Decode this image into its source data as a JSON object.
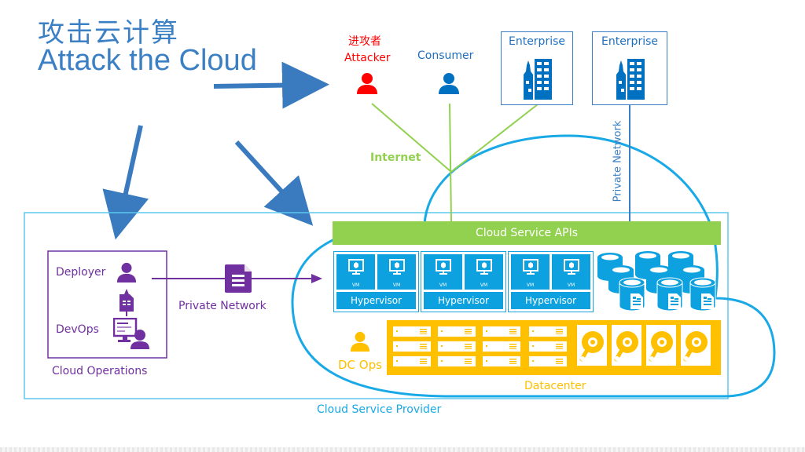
{
  "title": {
    "chinese": "攻击云计算",
    "english": "Attack the Cloud"
  },
  "actors": {
    "attacker": {
      "label_cn": "进攻者",
      "label": "Attacker",
      "color": "#ff0000",
      "icon": "person-icon"
    },
    "consumer": {
      "label": "Consumer",
      "color": "#0070c0",
      "icon": "person-icon"
    },
    "enterprises": [
      {
        "label": "Enterprise",
        "icon": "building-icon"
      },
      {
        "label": "Enterprise",
        "icon": "building-icon"
      }
    ]
  },
  "links": {
    "internet": "Internet",
    "private_network_vertical": "Private Network",
    "private_network_ops": "Private Network"
  },
  "cloud": {
    "api_label": "Cloud Service APIs",
    "hypervisors": [
      {
        "label": "Hypervisor",
        "vms": [
          "VM",
          "VM"
        ]
      },
      {
        "label": "Hypervisor",
        "vms": [
          "VM",
          "VM"
        ]
      },
      {
        "label": "Hypervisor",
        "vms": [
          "VM",
          "VM"
        ]
      }
    ],
    "storage_icon": "database-icon",
    "dc_ops_label": "DC Ops",
    "datacenter_label": "Datacenter",
    "provider_label": "Cloud Service Provider"
  },
  "operations": {
    "deployer": "Deployer",
    "devops": "DevOps",
    "box_label": "Cloud Operations"
  },
  "colors": {
    "title": "#3b7fc4",
    "arrow": "#3a7bbf",
    "internet": "#92d050",
    "cloud": "#19a9e6",
    "ops": "#7030a0",
    "datacenter": "#ffc000",
    "attacker": "#ff0000",
    "consumer": "#0070c0"
  }
}
